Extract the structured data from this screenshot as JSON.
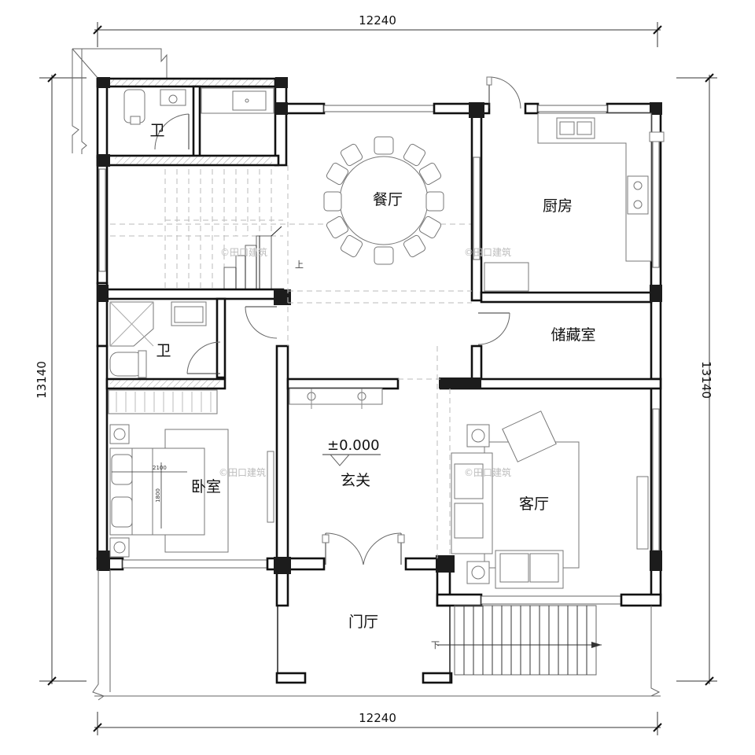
{
  "dimensions": {
    "top": "12240",
    "bottom": "12240",
    "left": "13140",
    "right": "13140"
  },
  "rooms": {
    "toilet_upper": "卫",
    "dining": "餐厅",
    "kitchen": "厨房",
    "toilet_lower": "卫",
    "storage": "储藏室",
    "bedroom": "卧室",
    "foyer": "玄关",
    "living": "客厅",
    "entrance_hall": "门厅"
  },
  "annotations": {
    "elevation": "±0.000",
    "stair_up": "上",
    "stair_down": "下",
    "bed_width": "2100",
    "bed_length": "1800"
  },
  "watermark": "©田口建筑",
  "colors": {
    "line": "#111111",
    "column": "#1c1c1c",
    "furniture": "#777777",
    "watermark": "#bbbbbb"
  }
}
